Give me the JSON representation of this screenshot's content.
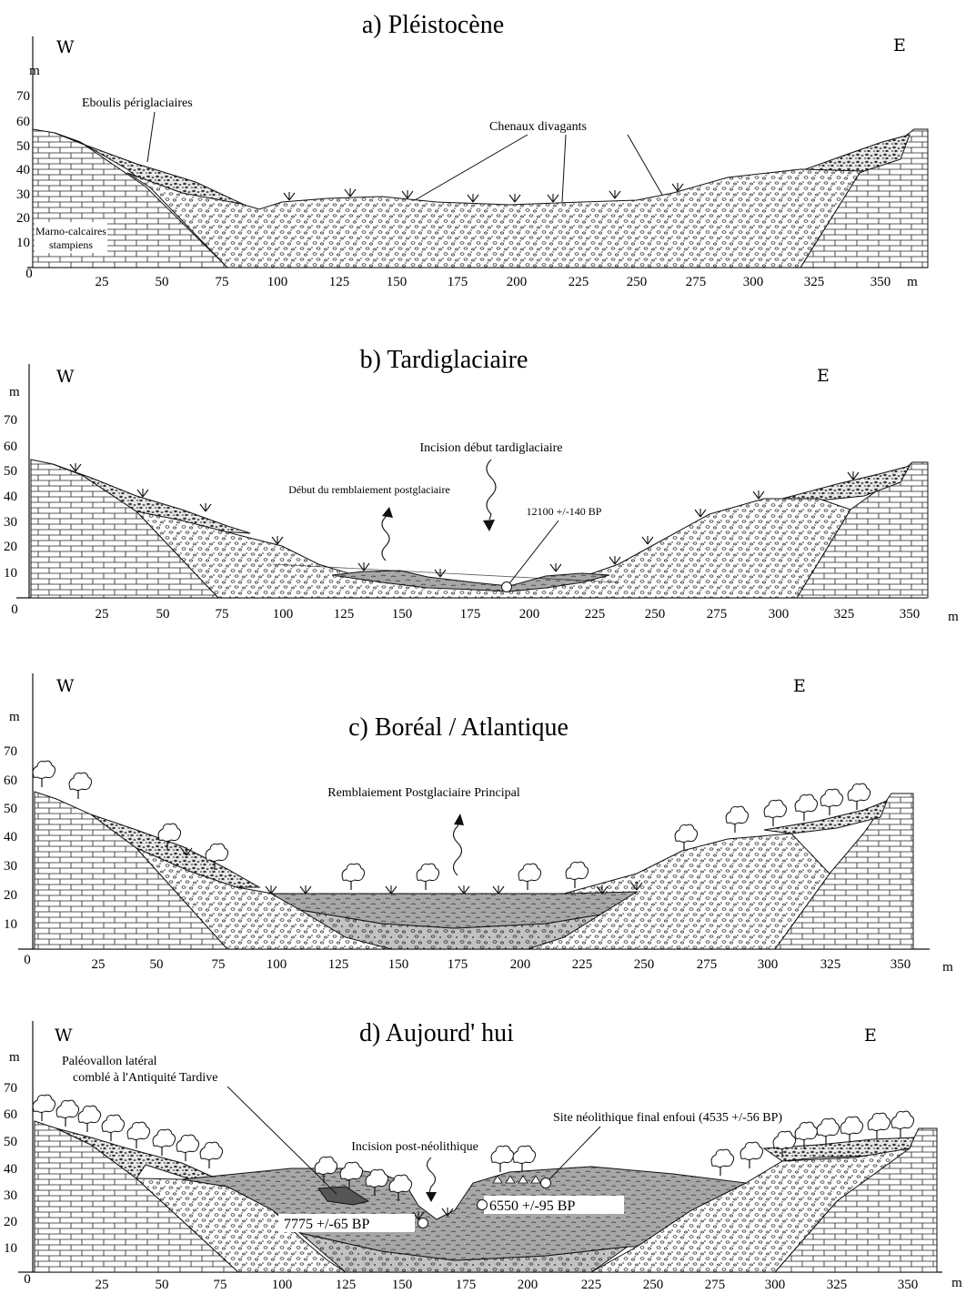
{
  "panels": [
    {
      "key": "a",
      "title": "a) Pléistocène",
      "west": "W",
      "east": "E",
      "y_unit": "m",
      "y_ticks": [
        "70",
        "60",
        "50",
        "40",
        "30",
        "20",
        "10"
      ],
      "x_ticks": [
        "0",
        "25",
        "50",
        "75",
        "100",
        "125",
        "150",
        "175",
        "200",
        "225",
        "250",
        "275",
        "300",
        "325",
        "350"
      ],
      "x_unit": "m",
      "annotations": {
        "eboulis": "Eboulis périglaciaires",
        "chenaux": "Chenaux divagants",
        "marno1": "Marno-calcaires",
        "marno2": "stampiens"
      }
    },
    {
      "key": "b",
      "title": "b) Tardiglaciaire",
      "west": "W",
      "east": "E",
      "y_unit": "m",
      "y_ticks": [
        "70",
        "60",
        "50",
        "40",
        "30",
        "20",
        "10"
      ],
      "x_ticks": [
        "0",
        "25",
        "50",
        "75",
        "100",
        "125",
        "150",
        "175",
        "200",
        "225",
        "250",
        "275",
        "300",
        "325",
        "350"
      ],
      "x_unit": "m",
      "annotations": {
        "incision": "Incision début tardiglaciaire",
        "debut": "Début du remblaiement postglaciaire",
        "date": "12100 +/-140 BP"
      }
    },
    {
      "key": "c",
      "title": "c) Boréal / Atlantique",
      "west": "W",
      "east": "E",
      "y_unit": "m",
      "y_ticks": [
        "70",
        "60",
        "50",
        "40",
        "30",
        "20",
        "10"
      ],
      "x_ticks": [
        "0",
        "25",
        "50",
        "75",
        "100",
        "125",
        "150",
        "175",
        "200",
        "225",
        "250",
        "275",
        "300",
        "325",
        "350"
      ],
      "x_unit": "m",
      "annotations": {
        "remblaiement": "Remblaiement Postglaciaire Principal"
      }
    },
    {
      "key": "d",
      "title": "d) Aujourd' hui",
      "west": "W",
      "east": "E",
      "y_unit": "m",
      "y_ticks": [
        "70",
        "60",
        "50",
        "40",
        "30",
        "20",
        "10"
      ],
      "x_ticks": [
        "0",
        "25",
        "50",
        "75",
        "100",
        "125",
        "150",
        "175",
        "200",
        "225",
        "250",
        "275",
        "300",
        "325",
        "350"
      ],
      "x_unit": "m",
      "annotations": {
        "paleo1": "Paléovallon latéral",
        "paleo2": "comblé à l'Antiquité Tardive",
        "site": "Site néolithique final enfoui (4535 +/-56 BP)",
        "incision": "Incision post-néolithique",
        "date1": "7775 +/-65 BP",
        "date2": "6550 +/-95 BP"
      }
    }
  ],
  "colors": {
    "outline": "#111111",
    "alluvium_dark": "#9a9a9a",
    "alluvium_light": "#c4c4c4",
    "paleo_fill": "#555555",
    "gravel_bg": "#ffffff"
  }
}
